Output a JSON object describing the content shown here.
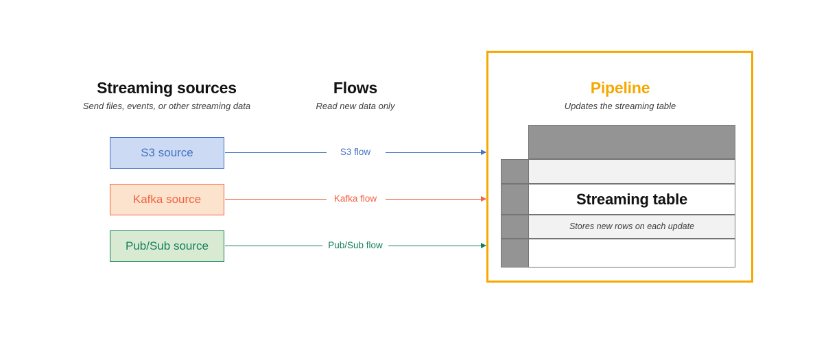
{
  "columns": {
    "sources": {
      "title": "Streaming sources",
      "subtitle": "Send files, events, or other streaming data"
    },
    "flows": {
      "title": "Flows",
      "subtitle": "Read new data only"
    },
    "pipeline": {
      "title": "Pipeline",
      "subtitle": "Updates the streaming table"
    }
  },
  "sources": [
    {
      "label": "S3 source",
      "fill": "#ccdaf3",
      "stroke": "#4472c4",
      "text": "#4472c4"
    },
    {
      "label": "Kafka source",
      "fill": "#fbe3cd",
      "stroke": "#f4613e",
      "text": "#f4613e"
    },
    {
      "label": "Pub/Sub source",
      "fill": "#d9ead3",
      "stroke": "#12805c",
      "text": "#12805c"
    }
  ],
  "flows": [
    {
      "label": "S3 flow",
      "color": "#4472c4"
    },
    {
      "label": "Kafka flow",
      "color": "#f4613e"
    },
    {
      "label": "Pub/Sub flow",
      "color": "#12805c"
    }
  ],
  "pipeline": {
    "border_color": "#f6a800",
    "table": {
      "title": "Streaming table",
      "subtitle": "Stores new rows on each update",
      "header_fill": "#949494",
      "stub_fill": "#949494",
      "shade_fill": "#f2f2f2",
      "plain_fill": "#ffffff",
      "grid_color": "#757575",
      "rows": [
        {
          "body_text": "",
          "shade": true
        },
        {
          "body_text": "Streaming table",
          "shade": false
        },
        {
          "body_text": "Stores new rows on each update",
          "shade": true
        },
        {
          "body_text": "",
          "shade": false
        }
      ]
    }
  }
}
